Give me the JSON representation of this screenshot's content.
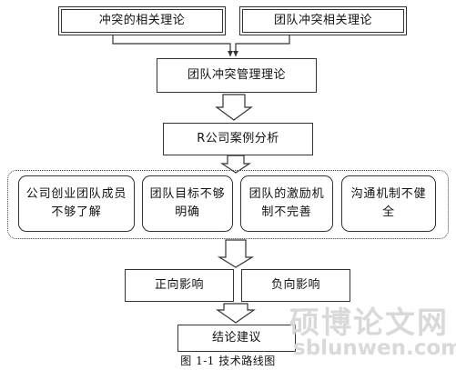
{
  "nodes": {
    "top_left": "冲突的相关理论",
    "top_right": "团队冲突相关理论",
    "management": "团队冲突管理理论",
    "case_study": "R公司案例分析",
    "factors": [
      "公司创业团队成员不够了解",
      "团队目标不够明确",
      "团队的激励机制不完善",
      "沟通机制不健全"
    ],
    "positive": "正向影响",
    "negative": "负向影响",
    "conclusion": "结论建议"
  },
  "caption": "图 1-1  技术路线图",
  "watermark": {
    "text_cn": "硕博论文网",
    "text_url": "sblunwen.com"
  },
  "colors": {
    "line": "#333333",
    "watermark": "#d9d9d9"
  }
}
